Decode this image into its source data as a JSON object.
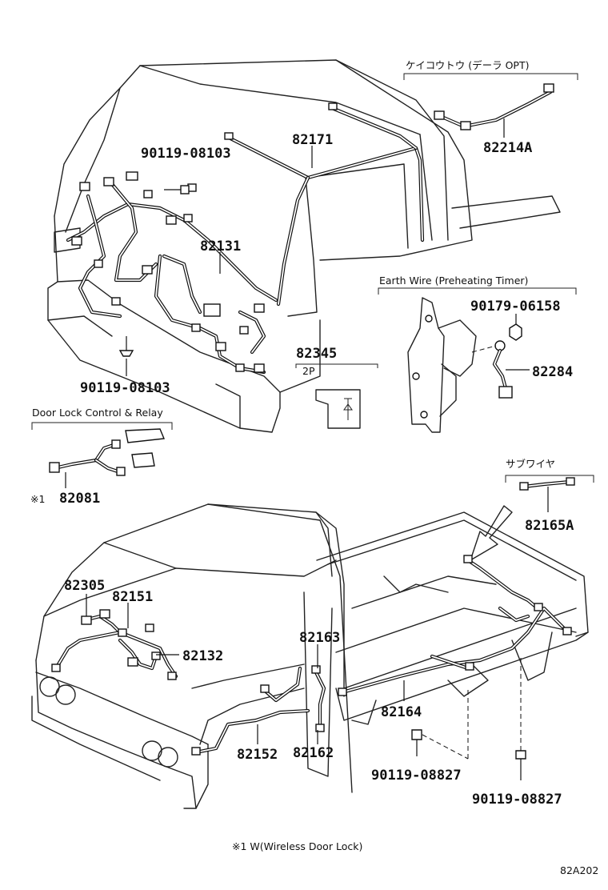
{
  "diagram": {
    "code": "82A202",
    "footnote": "※1 W(Wireless Door Lock)",
    "groups": {
      "keikoutou": "ケイコウトウ (デーラ OPT)",
      "earth_wire": "Earth Wire (Preheating Timer)",
      "door_lock": "Door Lock Control & Relay",
      "sub_wire": "サブワイヤ",
      "connector_2p": "2P"
    },
    "parts": {
      "p90119_08103_top": "90119-08103",
      "p82171": "82171",
      "p82214A": "82214A",
      "p82131": "82131",
      "p90179_06158": "90179-06158",
      "p82345": "82345",
      "p82284": "82284",
      "p90119_08103_bottom": "90119-08103",
      "p82081_mark": "※1",
      "p82081": "82081",
      "p82165A": "82165A",
      "p82305": "82305",
      "p82151": "82151",
      "p82163": "82163",
      "p82132": "82132",
      "p82164": "82164",
      "p82152": "82152",
      "p82162": "82162",
      "p90119_08827_left": "90119-08827",
      "p90119_08827_right": "90119-08827"
    }
  }
}
